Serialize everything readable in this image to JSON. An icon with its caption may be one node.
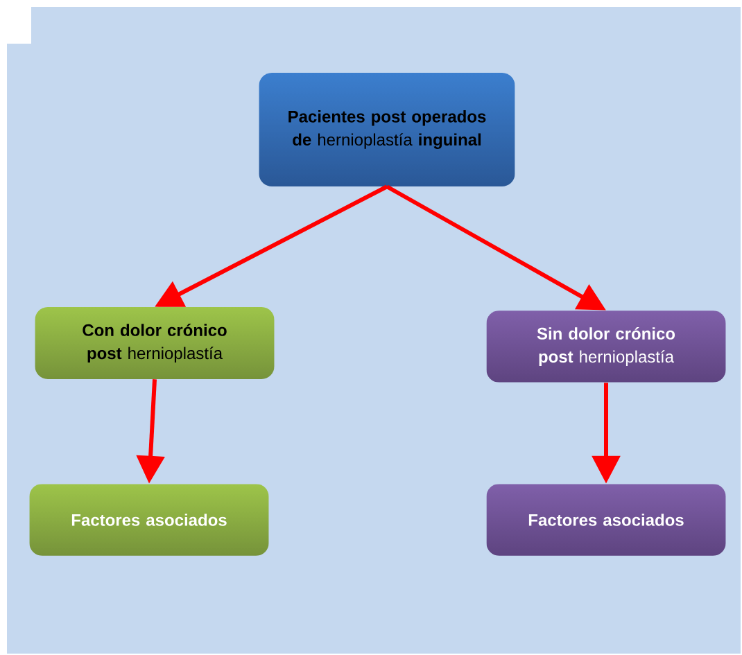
{
  "diagram": {
    "nodes": [
      {
        "text": [
          "**Pacientes post operados de** hernioplastía **inguinal**"
        ]
      },
      {
        "text": [
          "**Con dolor crónico post** hernioplastía"
        ]
      },
      {
        "text": [
          "**Sin dolor crónico post** hernioplastía"
        ]
      },
      {
        "text": [
          "Factores asociados"
        ]
      },
      {
        "text": [
          "Factores asociados"
        ]
      }
    ],
    "edges": [
      {
        "from": 0,
        "to": 1,
        "arrow": "to"
      },
      {
        "from": 0,
        "to": 2,
        "arrow": "to"
      },
      {
        "from": 1,
        "to": 3,
        "arrow": "to"
      },
      {
        "from": 2,
        "to": 4,
        "arrow": "to"
      }
    ]
  }
}
